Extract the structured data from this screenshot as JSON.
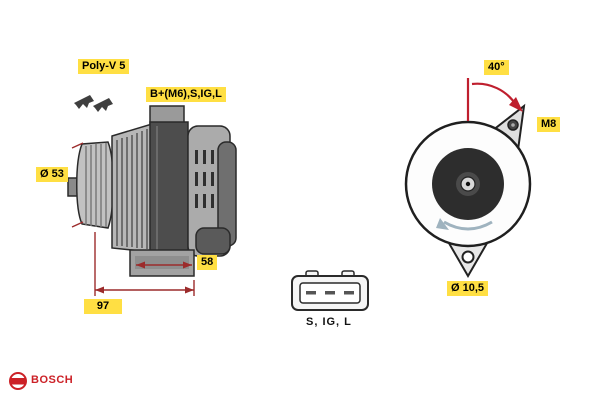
{
  "labels": {
    "belt": "Poly-V 5",
    "terminals": "B+(M6),S,IG,L",
    "pulley_diameter": "Ø 53",
    "foot_width": "58",
    "mount_distance": "97",
    "connector_pins": "S, IG, L",
    "swing_angle": "40°",
    "bolt_thread": "M8",
    "hole_diameter": "Ø 10,5",
    "brand": "BOSCH"
  },
  "colors": {
    "label_bg": "#ffdf43",
    "dim": "#9c2b2b",
    "arrow": "#bf1f2e",
    "brand": "#cc2127",
    "rotation_arrow": "#9fb3bf"
  }
}
